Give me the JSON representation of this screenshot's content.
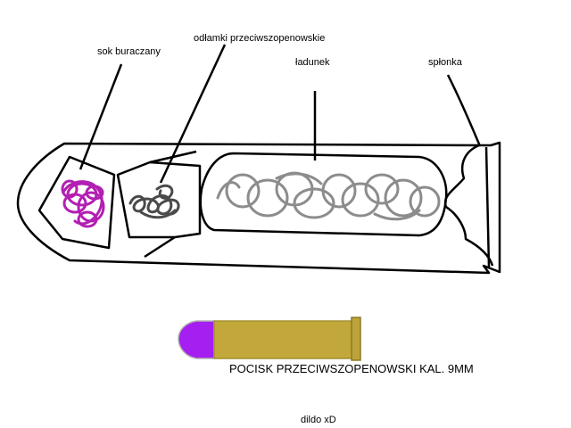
{
  "labels": {
    "beet_juice": "sok buraczany",
    "anti_chopin_shards": "odłamki przeciwszopenowskie",
    "charge": "ładunek",
    "primer": "spłonka"
  },
  "caption": "POCISK PRZECIWSZOPENOWSKI KAL. 9MM",
  "note": "dildo xD",
  "colors": {
    "outline": "#000000",
    "beet_juice_scribble": "#b21fb2",
    "shards_scribble": "#4a4a4a",
    "charge_scribble": "#8c8c8c",
    "bullet_tip": "#a51ff0",
    "bullet_casing": "#c2a83a",
    "bullet_casing_edge": "#8a7a2a"
  }
}
